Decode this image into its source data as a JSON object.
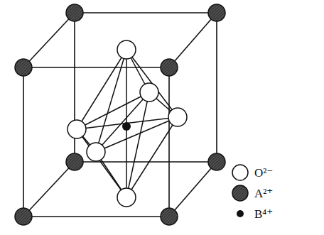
{
  "diagram": {
    "legend": [
      {
        "text": "O²⁻"
      },
      {
        "text": "A²⁺"
      },
      {
        "text": "B⁴⁺"
      }
    ]
  }
}
